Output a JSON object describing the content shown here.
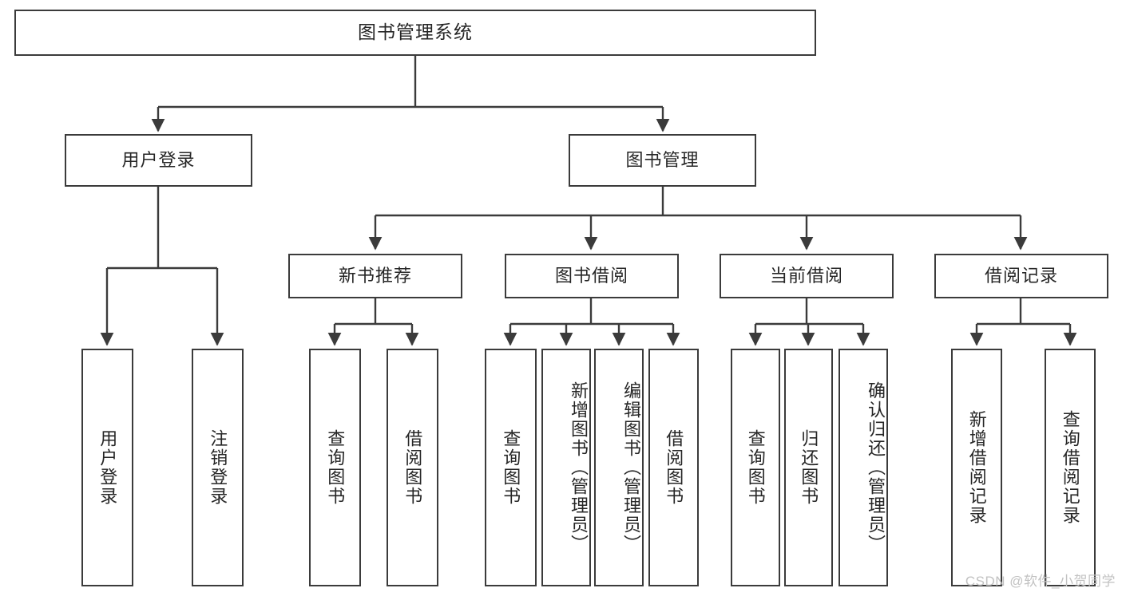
{
  "diagram": {
    "type": "tree-hierarchy-flowchart",
    "title": "图书管理系统",
    "orientation": "top-down",
    "levels": 4,
    "nodes": {
      "root": {
        "label": "图书管理系统",
        "level": 1
      },
      "level2": [
        {
          "id": "user-login",
          "label": "用户登录"
        },
        {
          "id": "book-management",
          "label": "图书管理"
        }
      ],
      "level3": [
        {
          "id": "new-book-recommend",
          "label": "新书推荐",
          "parent": "book-management"
        },
        {
          "id": "book-borrow",
          "label": "图书借阅",
          "parent": "book-management"
        },
        {
          "id": "current-borrow",
          "label": "当前借阅",
          "parent": "book-management"
        },
        {
          "id": "borrow-record",
          "label": "借阅记录",
          "parent": "book-management"
        }
      ],
      "leaves": {
        "user-login": [
          {
            "id": "leaf-user-login",
            "label": "用户登录"
          },
          {
            "id": "leaf-user-logout",
            "label": "注销登录"
          }
        ],
        "new-book-recommend": [
          {
            "id": "leaf-query-book-1",
            "label": "查询图书"
          },
          {
            "id": "leaf-borrow-book-1",
            "label": "借阅图书"
          }
        ],
        "book-borrow": [
          {
            "id": "leaf-query-book-2",
            "label": "查询图书"
          },
          {
            "id": "leaf-add-book",
            "label": "新增图书（管理员）"
          },
          {
            "id": "leaf-edit-book",
            "label": "编辑图书（管理员）"
          },
          {
            "id": "leaf-borrow-book-2",
            "label": "借阅图书"
          }
        ],
        "current-borrow": [
          {
            "id": "leaf-query-book-3",
            "label": "查询图书"
          },
          {
            "id": "leaf-return-book",
            "label": "归还图书"
          },
          {
            "id": "leaf-confirm-return",
            "label": "确认归还（管理员）"
          }
        ],
        "borrow-record": [
          {
            "id": "leaf-add-record",
            "label": "新增借阅记录"
          },
          {
            "id": "leaf-query-record",
            "label": "查询借阅记录"
          }
        ]
      }
    },
    "colors": {
      "border": "#3b3b3b",
      "text": "#262626",
      "background": "#ffffff",
      "watermark": "#c2c2c2"
    }
  },
  "watermark": {
    "text": "CSDN @软件_小贺同学"
  }
}
